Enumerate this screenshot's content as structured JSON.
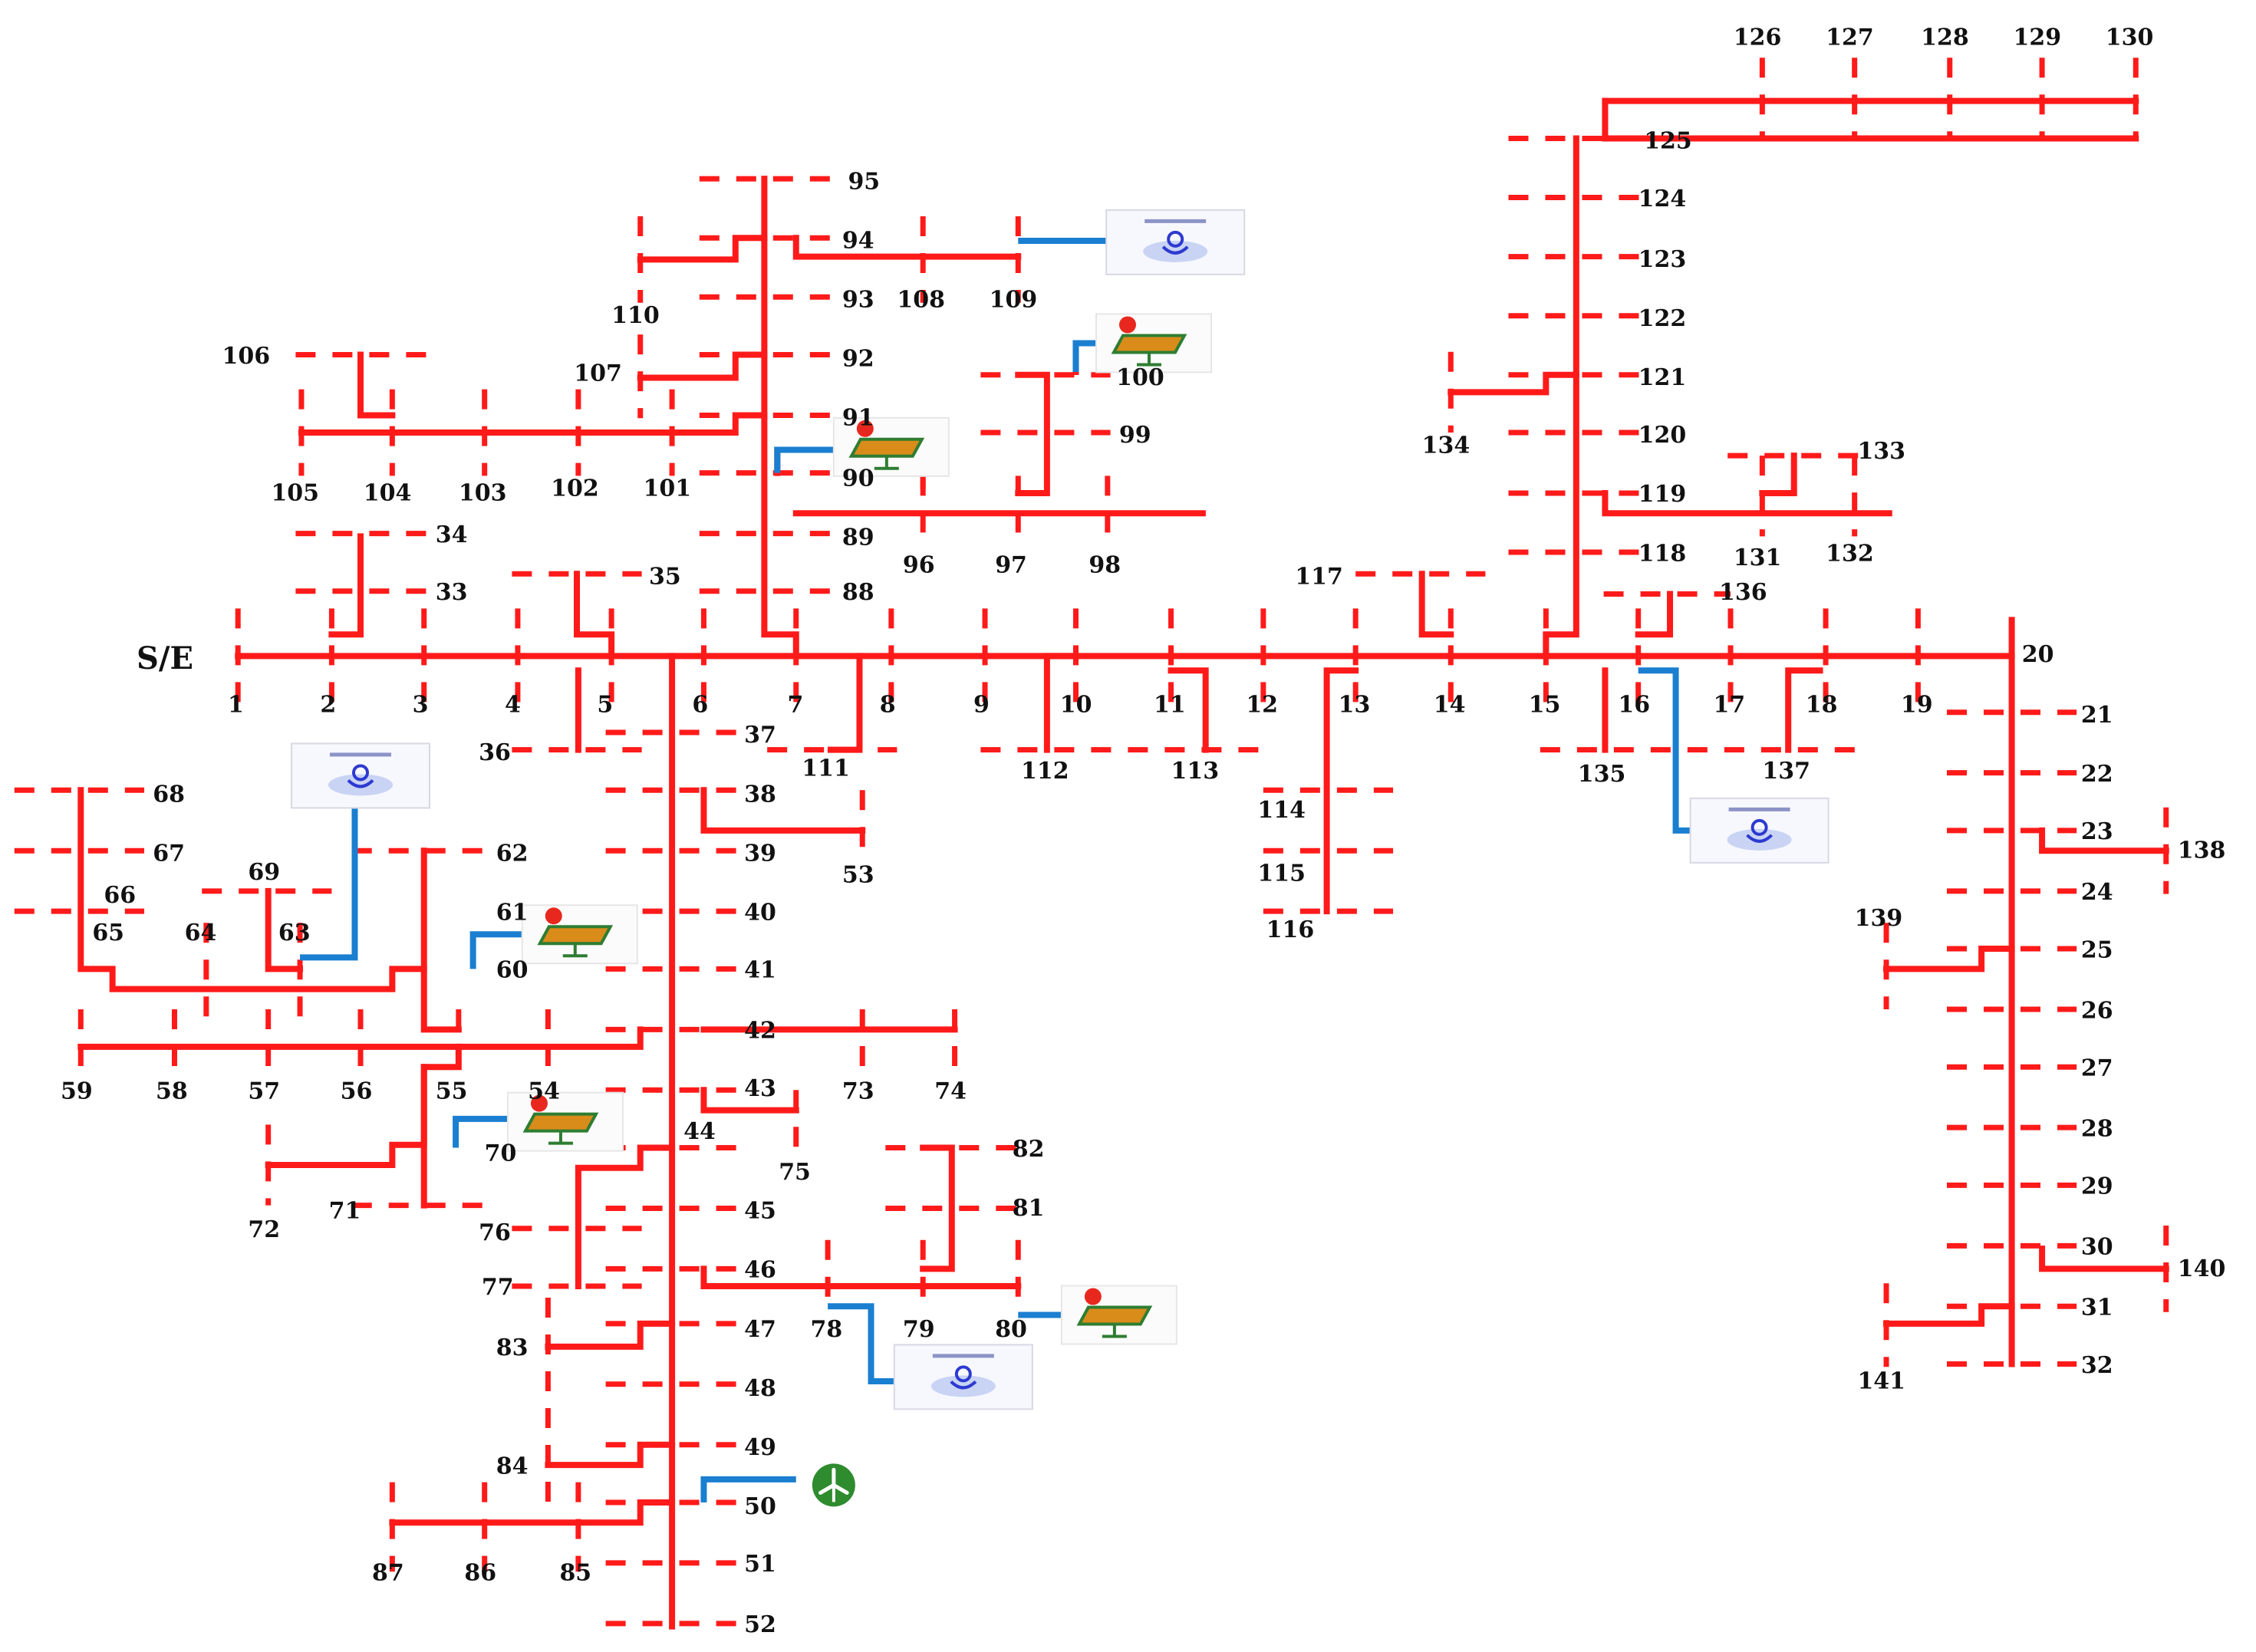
{
  "diagram": {
    "source_label": "S/E",
    "colors": {
      "feeder": "#ff1a1a",
      "dg_link": "#1a7fd0",
      "wind": "#2e8b2e"
    },
    "bus_labels": [
      "1",
      "2",
      "3",
      "4",
      "5",
      "6",
      "7",
      "8",
      "9",
      "10",
      "11",
      "12",
      "13",
      "14",
      "15",
      "16",
      "17",
      "18",
      "19",
      "20",
      "21",
      "22",
      "23",
      "24",
      "25",
      "26",
      "27",
      "28",
      "29",
      "30",
      "31",
      "32",
      "33",
      "34",
      "35",
      "36",
      "37",
      "38",
      "39",
      "40",
      "41",
      "42",
      "43",
      "44",
      "45",
      "46",
      "47",
      "48",
      "49",
      "50",
      "51",
      "52",
      "53",
      "54",
      "55",
      "56",
      "57",
      "58",
      "59",
      "60",
      "61",
      "62",
      "63",
      "64",
      "65",
      "66",
      "67",
      "68",
      "69",
      "70",
      "71",
      "72",
      "73",
      "74",
      "75",
      "76",
      "77",
      "78",
      "79",
      "80",
      "81",
      "82",
      "83",
      "84",
      "85",
      "86",
      "87",
      "88",
      "89",
      "90",
      "91",
      "92",
      "93",
      "94",
      "95",
      "96",
      "97",
      "98",
      "99",
      "100",
      "101",
      "102",
      "103",
      "104",
      "105",
      "106",
      "107",
      "108",
      "109",
      "110",
      "111",
      "112",
      "113",
      "114",
      "115",
      "116",
      "117",
      "118",
      "119",
      "120",
      "121",
      "122",
      "123",
      "124",
      "125",
      "126",
      "127",
      "128",
      "129",
      "130",
      "131",
      "132",
      "133",
      "134",
      "135",
      "136",
      "137",
      "138",
      "139",
      "140",
      "141"
    ],
    "devices": [
      {
        "type": "solar-pv",
        "bus": "90"
      },
      {
        "type": "solar-pv",
        "bus": "100"
      },
      {
        "type": "solar-pv",
        "bus": "60"
      },
      {
        "type": "solar-pv",
        "bus": "70"
      },
      {
        "type": "solar-pv",
        "bus": "80"
      },
      {
        "type": "storage",
        "bus": "109"
      },
      {
        "type": "storage",
        "bus": "63"
      },
      {
        "type": "storage",
        "bus": "78"
      },
      {
        "type": "storage",
        "bus": "16"
      },
      {
        "type": "wind-turbine",
        "bus": "50"
      }
    ]
  }
}
